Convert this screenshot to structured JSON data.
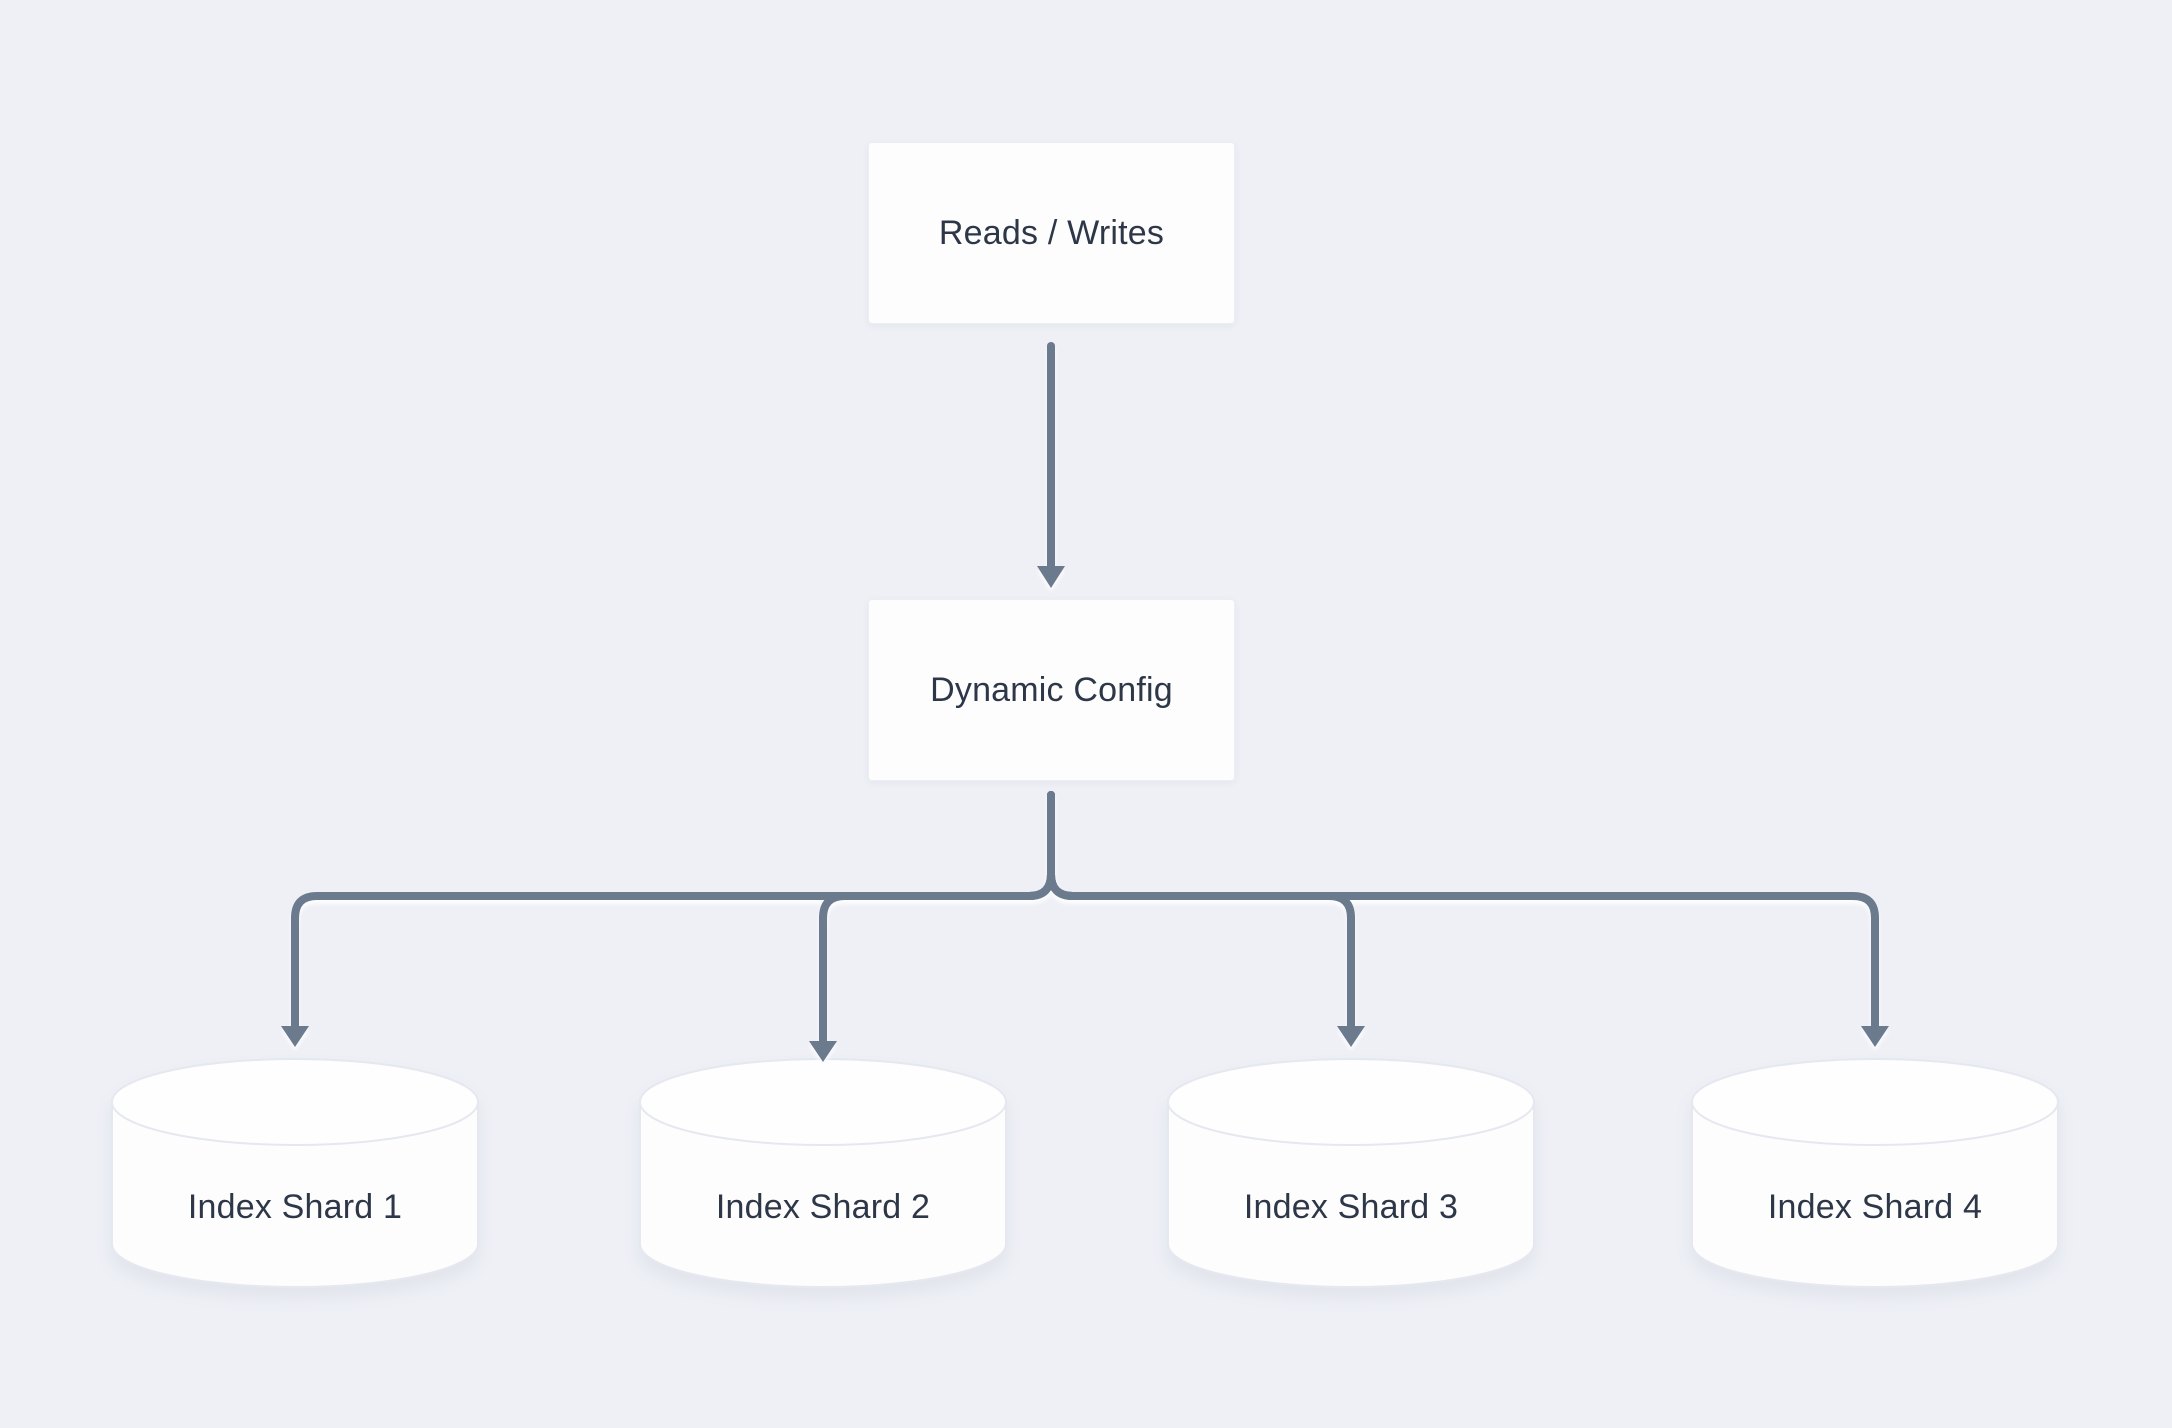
{
  "diagram": {
    "background_color": "#eef0f6",
    "connector_color": "#6b7a8d",
    "text_color": "#2d3748",
    "node_fill": "#fdfdfe",
    "node_border_color": "#e6e8f0",
    "nodes": [
      {
        "id": "reads-writes",
        "shape": "rectangle",
        "label": "Reads / Writes"
      },
      {
        "id": "dynamic-config",
        "shape": "rectangle",
        "label": "Dynamic Config"
      },
      {
        "id": "index-shard-1",
        "shape": "cylinder",
        "label": "Index Shard 1"
      },
      {
        "id": "index-shard-2",
        "shape": "cylinder",
        "label": "Index Shard 2"
      },
      {
        "id": "index-shard-3",
        "shape": "cylinder",
        "label": "Index Shard 3"
      },
      {
        "id": "index-shard-4",
        "shape": "cylinder",
        "label": "Index Shard 4"
      }
    ],
    "edges": [
      {
        "from": "reads-writes",
        "to": "dynamic-config",
        "style": "arrow-down"
      },
      {
        "from": "dynamic-config",
        "to": "index-shard-1",
        "style": "arrow-down"
      },
      {
        "from": "dynamic-config",
        "to": "index-shard-2",
        "style": "arrow-down"
      },
      {
        "from": "dynamic-config",
        "to": "index-shard-3",
        "style": "arrow-down"
      },
      {
        "from": "dynamic-config",
        "to": "index-shard-4",
        "style": "arrow-down"
      }
    ]
  }
}
